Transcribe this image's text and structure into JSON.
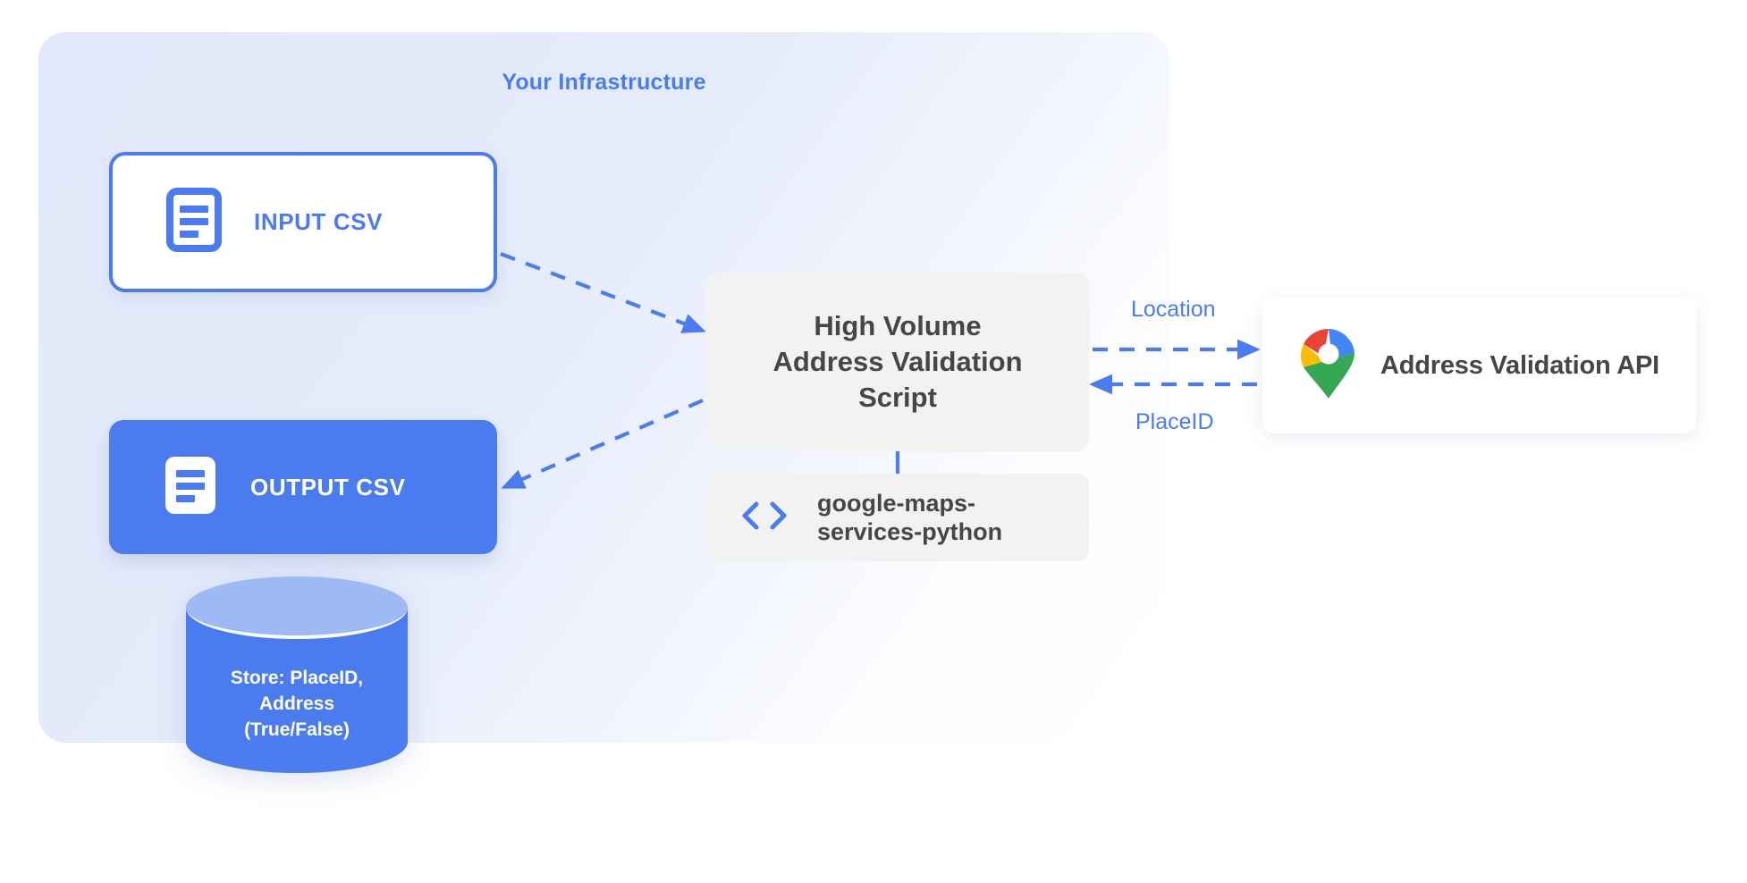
{
  "panel": {
    "title": "Your Infrastructure",
    "accent_color": "#4a7cf0",
    "background_color": "#e2e9fa"
  },
  "nodes": {
    "input_csv": {
      "label": "INPUT CSV",
      "icon": "document-icon",
      "style": "outlined",
      "border_color": "#4a7cf0",
      "text_color": "#4a7cf0"
    },
    "output_csv": {
      "label": "OUTPUT CSV",
      "icon": "document-icon",
      "style": "filled",
      "fill_color": "#4a7cf0",
      "text_color": "#ffffff"
    },
    "script": {
      "label": "High Volume\nAddress Validation\nScript",
      "fill_color": "#f2f2f0",
      "text_color": "#44474a"
    },
    "library": {
      "label": "google-maps-\nservices-python",
      "icon": "code-brackets-icon",
      "fill_color": "#f2f2f0",
      "text_color": "#44474a"
    },
    "api": {
      "label": "Address Validation API",
      "icon": "google-maps-pin-icon",
      "fill_color": "#ffffff",
      "text_color": "#44474a"
    },
    "database": {
      "label": "Store: PlaceID,\nAddress\n(True/False)",
      "fill_color": "#4a7cf0",
      "top_color": "#9dbaf5",
      "text_color": "#ffffff"
    }
  },
  "edges": {
    "location_label": "Location",
    "placeid_label": "PlaceID",
    "line_color": "#4a7cf0"
  }
}
